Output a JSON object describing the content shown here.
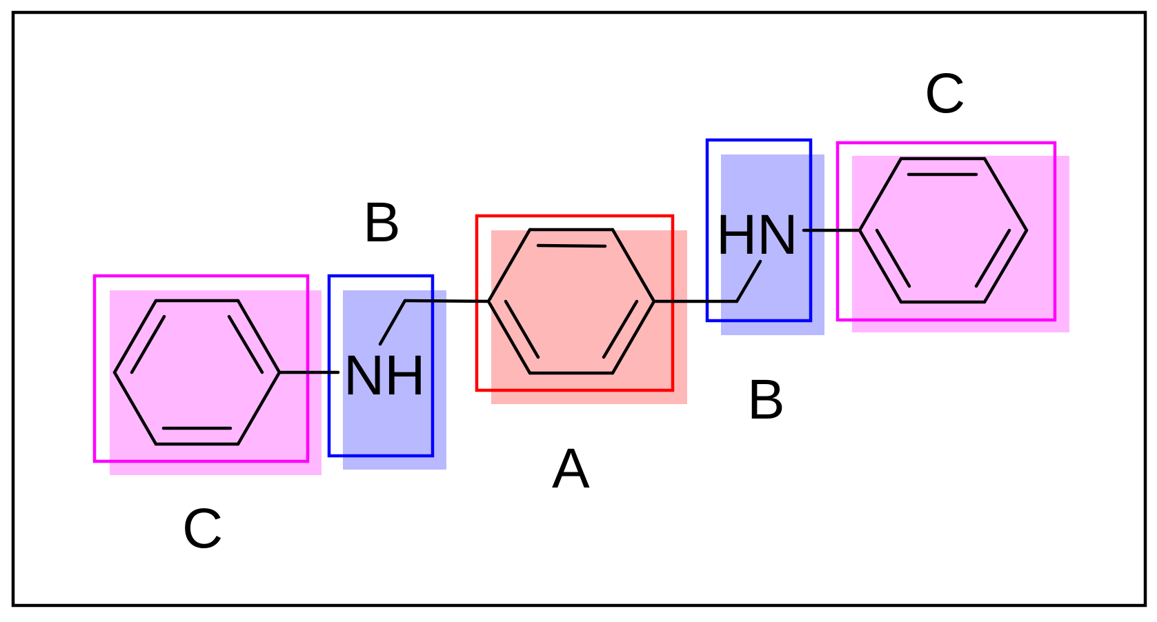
{
  "colors": {
    "frame": "#000000",
    "fragment_a": "#ff0000",
    "fragment_a_shadow": "#ffb8b8",
    "fragment_b": "#0000ff",
    "fragment_b_shadow": "#b9b9ff",
    "fragment_c": "#ff00ff",
    "fragment_c_shadow": "#ffb8ff"
  },
  "atoms": {
    "left_amine": "NH",
    "right_amine": "HN"
  },
  "labels": {
    "c_left": "C",
    "b_left": "B",
    "a_center": "A",
    "b_right": "B",
    "c_right": "C"
  }
}
